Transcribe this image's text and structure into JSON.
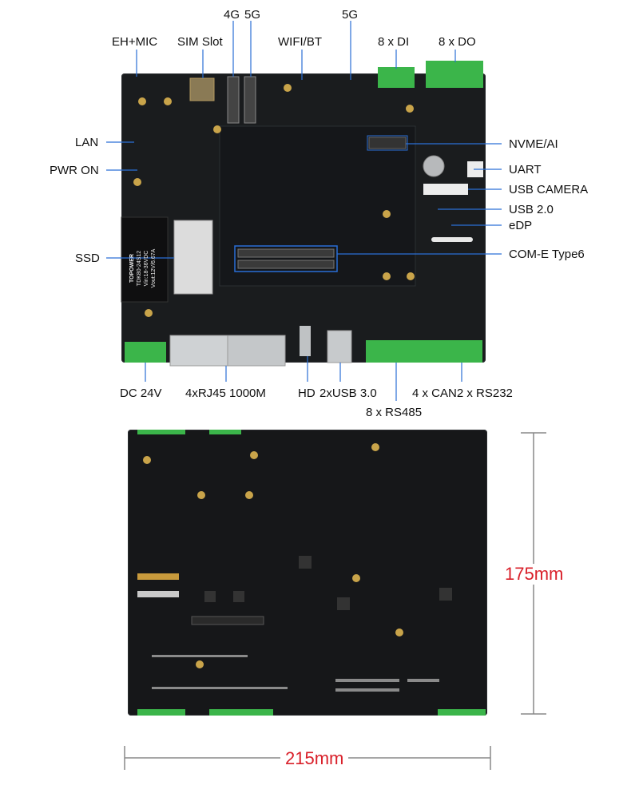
{
  "labels": {
    "eh_mic": "EH+MIC",
    "sim_slot": "SIM Slot",
    "g4": "4G",
    "g5_top": "5G",
    "wifi_bt": "WIFI/BT",
    "g5_right": "5G",
    "di": "8 x DI",
    "do": "8 x DO",
    "lan": "LAN",
    "pwr_on": "PWR ON",
    "ssd": "SSD",
    "nvme_ai": "NVME/AI",
    "uart": "UART",
    "usb_camera": "USB CAMERA",
    "usb20": "USB 2.0",
    "edp": "eDP",
    "com_e": "COM-E Type6",
    "dc24v": "DC 24V",
    "rj45": "4xRJ45 1000M",
    "hd": "HD",
    "usb30": "2xUSB 3.0",
    "can_rs232": "4 x CAN2 x RS232",
    "rs485": "8 x RS485"
  },
  "ssd_module": {
    "brand": "TOPOWER",
    "model": "TDK80-24S12",
    "spec_in": "Vin:18-36VDC",
    "spec_out": "Vout:12V/6.67A"
  },
  "dimensions": {
    "height": "175mm",
    "width": "215mm"
  },
  "colors": {
    "board": "#1a1c1e",
    "connector_green": "#3bb54a",
    "dimension_text": "#d9202a",
    "callout_blue": "#2a6fd6"
  }
}
